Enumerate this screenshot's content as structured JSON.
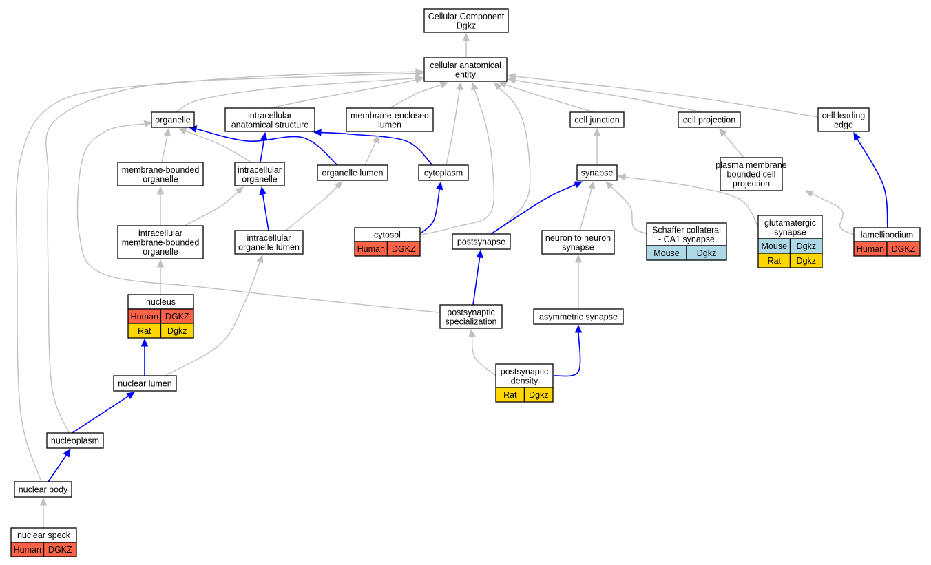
{
  "colors": {
    "human": "#ff6347",
    "rat": "#ffd700",
    "mouse": "#add8e6",
    "edge_is_a": "#c0c0c0",
    "edge_part_of": "#0000ff"
  },
  "nodes": [
    {
      "id": "root",
      "lines": [
        "Cellular Component",
        "Dgkz"
      ]
    },
    {
      "id": "cae",
      "lines": [
        "cellular anatomical",
        "entity"
      ]
    },
    {
      "id": "organelle",
      "lines": [
        "organelle"
      ]
    },
    {
      "id": "ias",
      "lines": [
        "intracellular",
        "anatomical structure"
      ]
    },
    {
      "id": "mel",
      "lines": [
        "membrane-enclosed",
        "lumen"
      ]
    },
    {
      "id": "celljunction",
      "lines": [
        "cell junction"
      ]
    },
    {
      "id": "cellprojection",
      "lines": [
        "cell projection"
      ]
    },
    {
      "id": "cle",
      "lines": [
        "cell leading",
        "edge"
      ]
    },
    {
      "id": "mbo",
      "lines": [
        "membrane-bounded",
        "organelle"
      ]
    },
    {
      "id": "io",
      "lines": [
        "intracellular",
        "organelle"
      ]
    },
    {
      "id": "ol",
      "lines": [
        "organelle lumen"
      ]
    },
    {
      "id": "cytoplasm",
      "lines": [
        "cytoplasm"
      ]
    },
    {
      "id": "synapse",
      "lines": [
        "synapse"
      ]
    },
    {
      "id": "pmbcp",
      "lines": [
        "plasma membrane",
        "bounded cell",
        "projection"
      ]
    },
    {
      "id": "imbo",
      "lines": [
        "intracellular",
        "membrane-bounded",
        "organelle"
      ]
    },
    {
      "id": "iol",
      "lines": [
        "intracellular",
        "organelle lumen"
      ]
    },
    {
      "id": "cytosol",
      "lines": [
        "cytosol"
      ],
      "annotations": [
        [
          {
            "species": "Human",
            "gene": "DGKZ"
          }
        ]
      ]
    },
    {
      "id": "postsynapse",
      "lines": [
        "postsynapse"
      ]
    },
    {
      "id": "nns",
      "lines": [
        "neuron to neuron",
        "synapse"
      ]
    },
    {
      "id": "scs",
      "lines": [
        "Schaffer collateral",
        "- CA1 synapse"
      ],
      "annotations": [
        [
          {
            "species": "Mouse",
            "gene": "Dgkz"
          }
        ]
      ]
    },
    {
      "id": "glut",
      "lines": [
        "glutamatergic",
        "synapse"
      ],
      "annotations": [
        [
          {
            "species": "Mouse",
            "gene": "Dgkz"
          }
        ],
        [
          {
            "species": "Rat",
            "gene": "Dgkz"
          }
        ]
      ]
    },
    {
      "id": "lamellipodium",
      "lines": [
        "lamellipodium"
      ],
      "annotations": [
        [
          {
            "species": "Human",
            "gene": "DGKZ"
          }
        ]
      ]
    },
    {
      "id": "nucleus",
      "lines": [
        "nucleus"
      ],
      "annotations": [
        [
          {
            "species": "Human",
            "gene": "DGKZ"
          }
        ],
        [
          {
            "species": "Rat",
            "gene": "Dgkz"
          }
        ]
      ]
    },
    {
      "id": "pss",
      "lines": [
        "postsynaptic",
        "specialization"
      ]
    },
    {
      "id": "asyn",
      "lines": [
        "asymmetric synapse"
      ]
    },
    {
      "id": "nlumen",
      "lines": [
        "nuclear lumen"
      ]
    },
    {
      "id": "psd",
      "lines": [
        "postsynaptic",
        "density"
      ],
      "annotations": [
        [
          {
            "species": "Rat",
            "gene": "Dgkz"
          }
        ]
      ]
    },
    {
      "id": "nucleoplasm",
      "lines": [
        "nucleoplasm"
      ]
    },
    {
      "id": "nbody",
      "lines": [
        "nuclear body"
      ]
    },
    {
      "id": "nspeck",
      "lines": [
        "nuclear speck"
      ],
      "annotations": [
        [
          {
            "species": "Human",
            "gene": "DGKZ"
          }
        ]
      ]
    }
  ],
  "edges": [
    {
      "from": "cae",
      "to": "root",
      "type": "is_a"
    },
    {
      "from": "organelle",
      "to": "cae",
      "type": "is_a"
    },
    {
      "from": "ias",
      "to": "cae",
      "type": "is_a"
    },
    {
      "from": "mel",
      "to": "cae",
      "type": "is_a"
    },
    {
      "from": "cytoplasm",
      "to": "cae",
      "type": "is_a"
    },
    {
      "from": "cytosol",
      "to": "cae",
      "type": "is_a"
    },
    {
      "from": "postsynapse",
      "to": "cae",
      "type": "is_a"
    },
    {
      "from": "celljunction",
      "to": "cae",
      "type": "is_a"
    },
    {
      "from": "cellprojection",
      "to": "cae",
      "type": "is_a"
    },
    {
      "from": "cle",
      "to": "cae",
      "type": "is_a"
    },
    {
      "from": "nucleoplasm",
      "to": "cae",
      "type": "is_a"
    },
    {
      "from": "nbody",
      "to": "cae",
      "type": "is_a"
    },
    {
      "from": "mbo",
      "to": "organelle",
      "type": "is_a"
    },
    {
      "from": "io",
      "to": "organelle",
      "type": "is_a"
    },
    {
      "from": "ol",
      "to": "organelle",
      "type": "part_of"
    },
    {
      "from": "pss",
      "to": "organelle",
      "type": "is_a"
    },
    {
      "from": "io",
      "to": "ias",
      "type": "part_of"
    },
    {
      "from": "cytoplasm",
      "to": "ias",
      "type": "part_of"
    },
    {
      "from": "ol",
      "to": "mel",
      "type": "is_a"
    },
    {
      "from": "imbo",
      "to": "mbo",
      "type": "is_a"
    },
    {
      "from": "imbo",
      "to": "io",
      "type": "is_a"
    },
    {
      "from": "iol",
      "to": "io",
      "type": "part_of"
    },
    {
      "from": "iol",
      "to": "ol",
      "type": "is_a"
    },
    {
      "from": "cytosol",
      "to": "cytoplasm",
      "type": "part_of"
    },
    {
      "from": "synapse",
      "to": "celljunction",
      "type": "is_a"
    },
    {
      "from": "pmbcp",
      "to": "cellprojection",
      "type": "is_a"
    },
    {
      "from": "lamellipodium",
      "to": "cle",
      "type": "part_of"
    },
    {
      "from": "lamellipodium",
      "to": "pmbcp",
      "type": "is_a"
    },
    {
      "from": "postsynapse",
      "to": "synapse",
      "type": "part_of"
    },
    {
      "from": "nns",
      "to": "synapse",
      "type": "is_a"
    },
    {
      "from": "scs",
      "to": "synapse",
      "type": "is_a"
    },
    {
      "from": "glut",
      "to": "synapse",
      "type": "is_a"
    },
    {
      "from": "nucleus",
      "to": "imbo",
      "type": "is_a"
    },
    {
      "from": "pss",
      "to": "postsynapse",
      "type": "part_of"
    },
    {
      "from": "asyn",
      "to": "nns",
      "type": "is_a"
    },
    {
      "from": "nlumen",
      "to": "nucleus",
      "type": "part_of"
    },
    {
      "from": "nlumen",
      "to": "iol",
      "type": "is_a"
    },
    {
      "from": "psd",
      "to": "pss",
      "type": "is_a"
    },
    {
      "from": "psd",
      "to": "asyn",
      "type": "part_of"
    },
    {
      "from": "nucleoplasm",
      "to": "nlumen",
      "type": "part_of"
    },
    {
      "from": "nbody",
      "to": "nucleoplasm",
      "type": "part_of"
    },
    {
      "from": "nspeck",
      "to": "nbody",
      "type": "is_a"
    }
  ]
}
